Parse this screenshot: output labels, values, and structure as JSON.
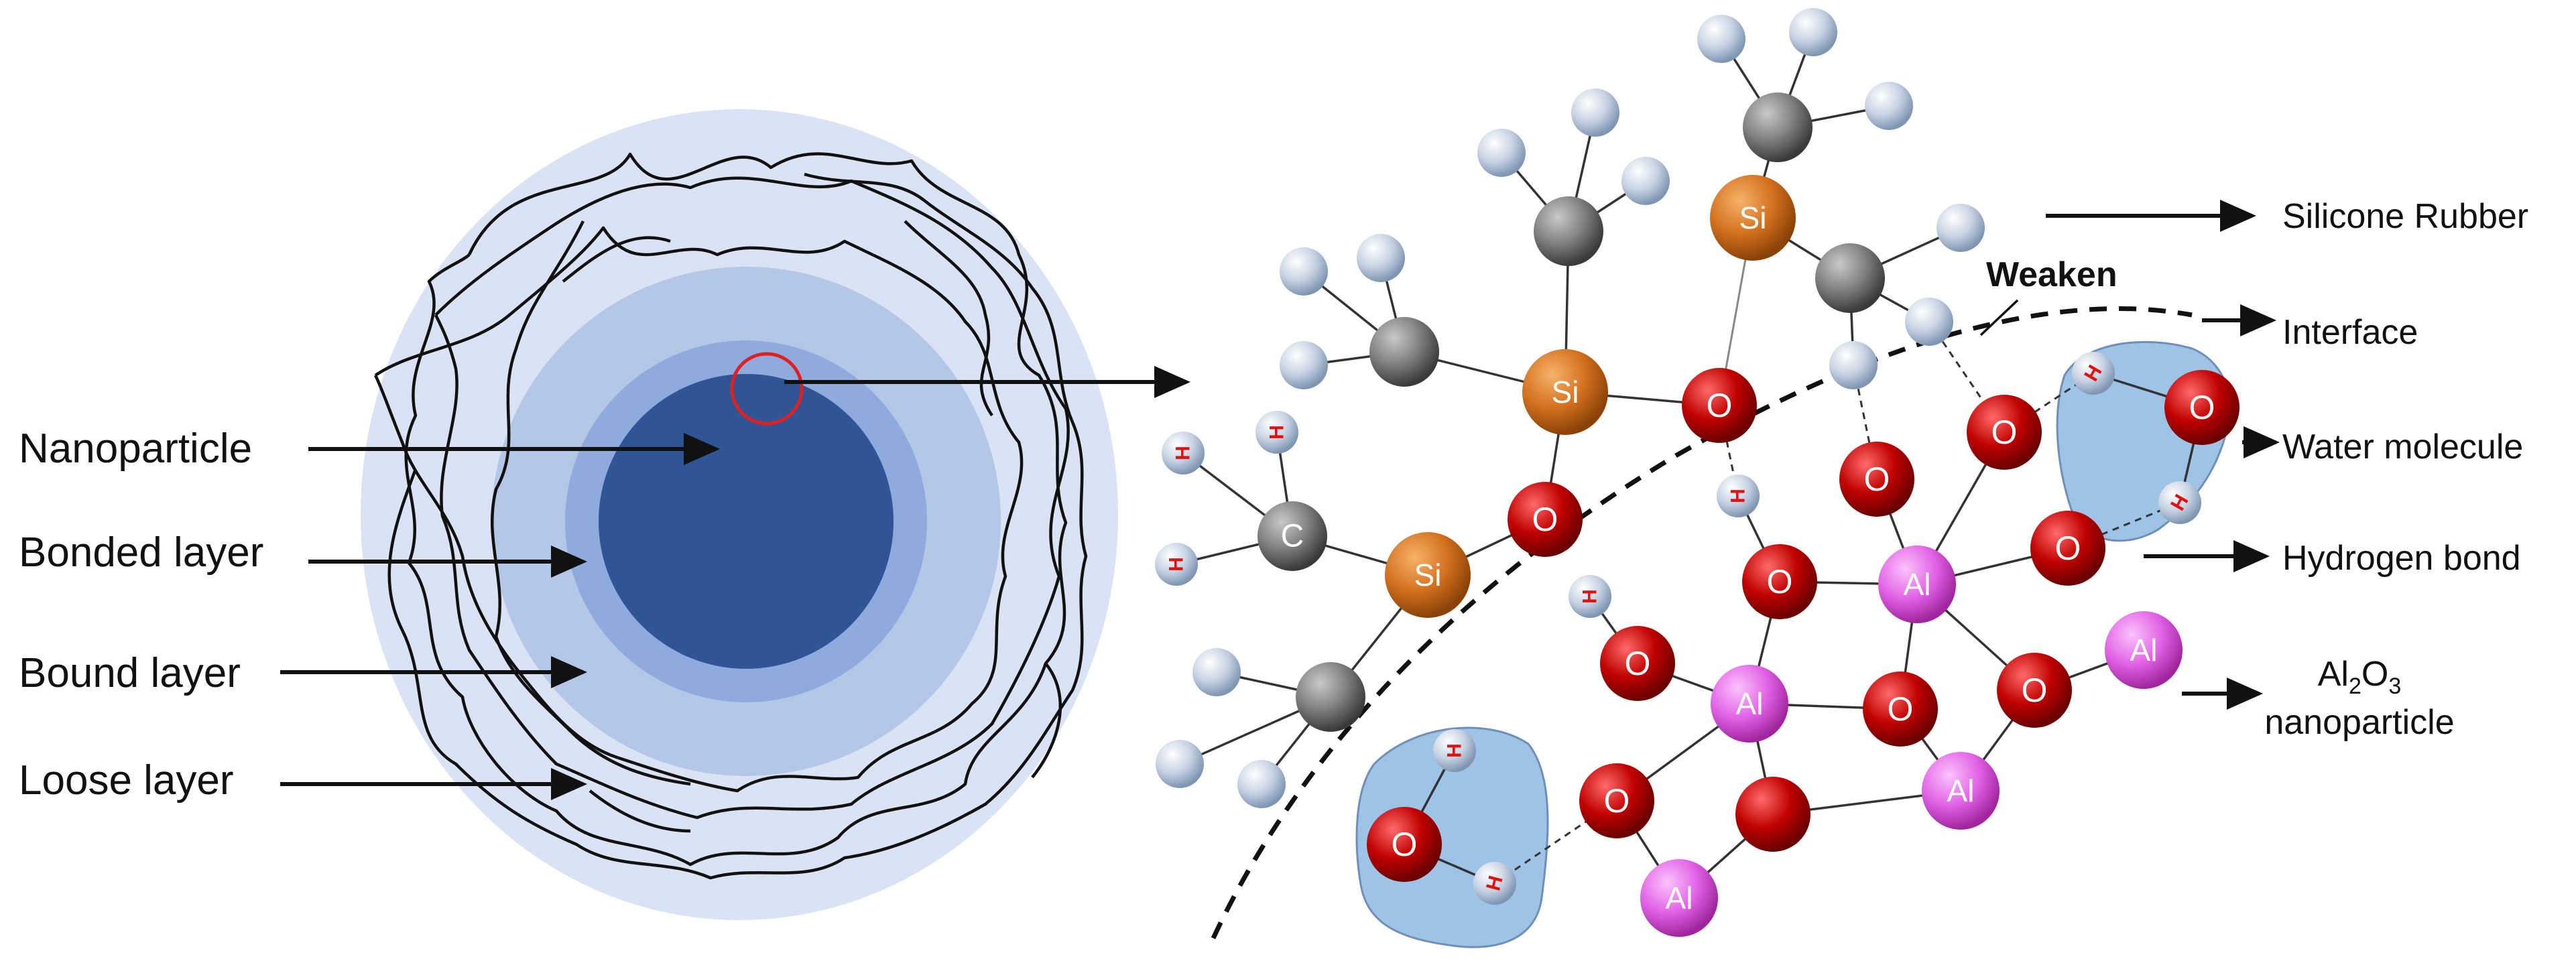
{
  "left_labels": {
    "nanoparticle": "Nanoparticle",
    "bonded": "Bonded layer",
    "bound": "Bound layer",
    "loose": "Loose layer"
  },
  "right_labels": {
    "silicone": "Silicone Rubber",
    "interface": "Interface",
    "water": "Water molecule",
    "hbond": "Hydrogen bond",
    "al2o3_prefix": "Al",
    "al2o3_sub1": "2",
    "al2o3_mid": "O",
    "al2o3_sub2": "3",
    "al2o3_line2": "nanoparticle"
  },
  "weaken": "Weaken",
  "atoms": {
    "si": "Si",
    "o": "O",
    "al": "Al",
    "c": "C",
    "h": "H"
  },
  "colors": {
    "core": "#2f5597",
    "bonded_layer": "#8faadc",
    "bound_layer": "#b4c7e7",
    "loose_layer": "#dae3f3",
    "si": "#d4711e",
    "o": "#c00000",
    "al": "#e263e6",
    "c": "#7f7f7f",
    "h": "#c7d3e3",
    "water_blob": "#9dc3e6"
  }
}
